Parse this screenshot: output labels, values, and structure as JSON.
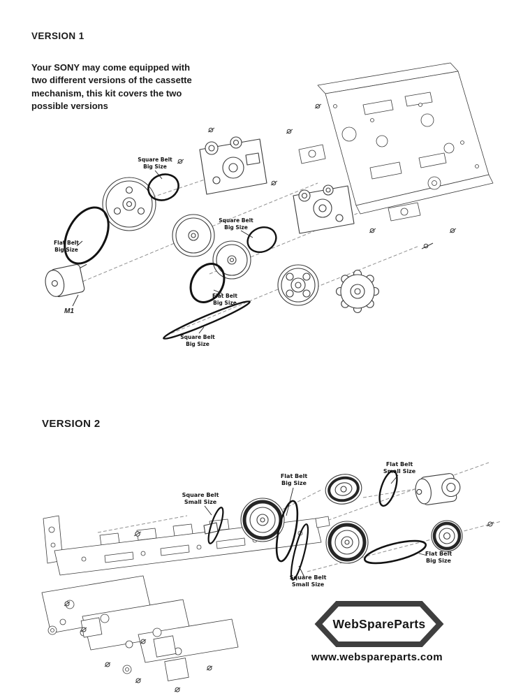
{
  "page": {
    "background": "#ffffff"
  },
  "version1": {
    "heading": "VERSION 1",
    "description": "Your SONY may come equipped with\ntwo different versions of the cassette\nmechanism, this kit covers the two\npossible versions",
    "motor_label": "M1",
    "labels": [
      {
        "text": "Square Belt\nBig Size"
      },
      {
        "text": "Flat Belt\nBig Size"
      },
      {
        "text": "Square Belt\nBig Size"
      },
      {
        "text": "Flat Belt\nBig Size"
      },
      {
        "text": "Square Belt\nBig Size"
      }
    ]
  },
  "version2": {
    "heading": "VERSION 2",
    "labels": [
      {
        "text": "Square Belt\nSmall Size"
      },
      {
        "text": "Flat Belt\nBig Size"
      },
      {
        "text": "Flat Belt\nSmall Size"
      },
      {
        "text": "Flat Belt\nBig Size"
      },
      {
        "text": "Square Belt\nSmall Size"
      }
    ]
  },
  "branding": {
    "logo_text": "WebSpareParts",
    "website": "www.webspareparts.com"
  }
}
